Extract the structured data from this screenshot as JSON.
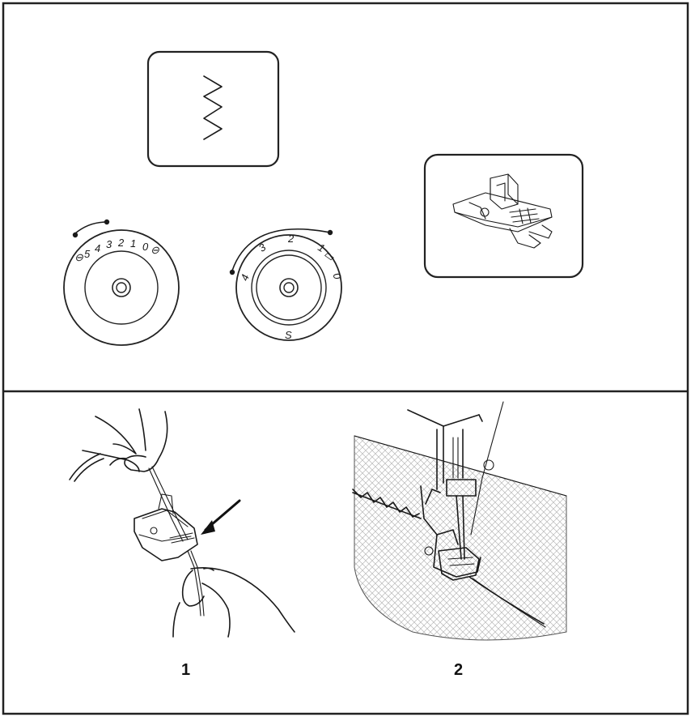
{
  "top_panel": {
    "stitch_width_dial": {
      "labels": [
        "5",
        "4",
        "3",
        "2",
        "1",
        "0"
      ],
      "selected": "5"
    },
    "stitch_length_dial": {
      "labels": [
        "4",
        "3",
        "2",
        "1",
        "0",
        "S"
      ],
      "selected": "1"
    },
    "stitch_pattern_icon": "zigzag-stitch-icon",
    "presser_foot_icon": "cording-foot-icon"
  },
  "bottom_panel": {
    "steps": [
      {
        "number": "1"
      },
      {
        "number": "2"
      }
    ]
  },
  "colors": {
    "line": "#1a1a1a",
    "border": "#222222",
    "background": "#ffffff"
  }
}
